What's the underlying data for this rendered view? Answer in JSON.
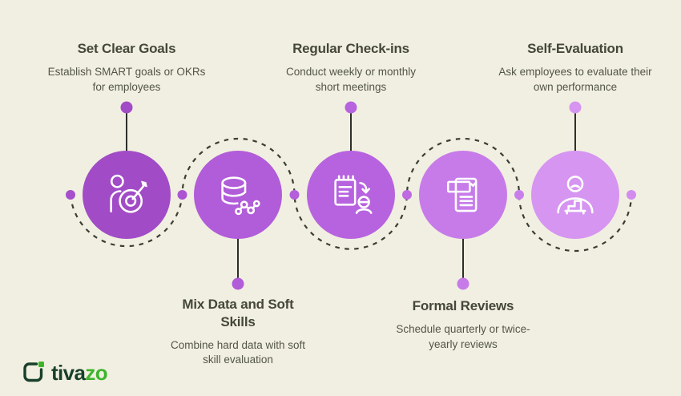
{
  "canvas": {
    "background": "#F1EFE1"
  },
  "text_colors": {
    "title": "#45473A",
    "description": "#535547"
  },
  "steps": [
    {
      "title": "Set Clear Goals",
      "description": "Establish SMART goals or OKRs for employees",
      "text_position": "top",
      "circle_color": "#A14CC6",
      "icon": "person-target-icon"
    },
    {
      "title": "Mix Data and Soft Skills",
      "description": "Combine hard data with soft skill evaluation",
      "text_position": "bottom",
      "circle_color": "#B15CD9",
      "icon": "database-molecule-icon"
    },
    {
      "title": "Regular Check-ins",
      "description": "Conduct weekly or monthly short meetings",
      "text_position": "top",
      "circle_color": "#B763E0",
      "icon": "checklist-sync-person-icon"
    },
    {
      "title": "Formal Reviews",
      "description": "Schedule quarterly or twice-yearly reviews",
      "text_position": "bottom",
      "circle_color": "#C77BE9",
      "icon": "document-checkmark-icon"
    },
    {
      "title": "Self-Evaluation",
      "description": "Ask employees to evaluate their own performance",
      "text_position": "top",
      "circle_color": "#D695F1",
      "icon": "person-bar-chart-icon"
    }
  ],
  "connector": {
    "dash_color": "#3C3D34",
    "stem_color": "#2E2F2A",
    "junction_dot_colors": [
      "#A64FCC",
      "#AB55D2",
      "#B35FDB",
      "#BE6AE2",
      "#C97FEA",
      "#D28BEE"
    ]
  },
  "logo": {
    "brand_primary": "tiva",
    "brand_accent": "zo",
    "primary_color": "#17402B",
    "accent_color": "#3CB52B"
  }
}
